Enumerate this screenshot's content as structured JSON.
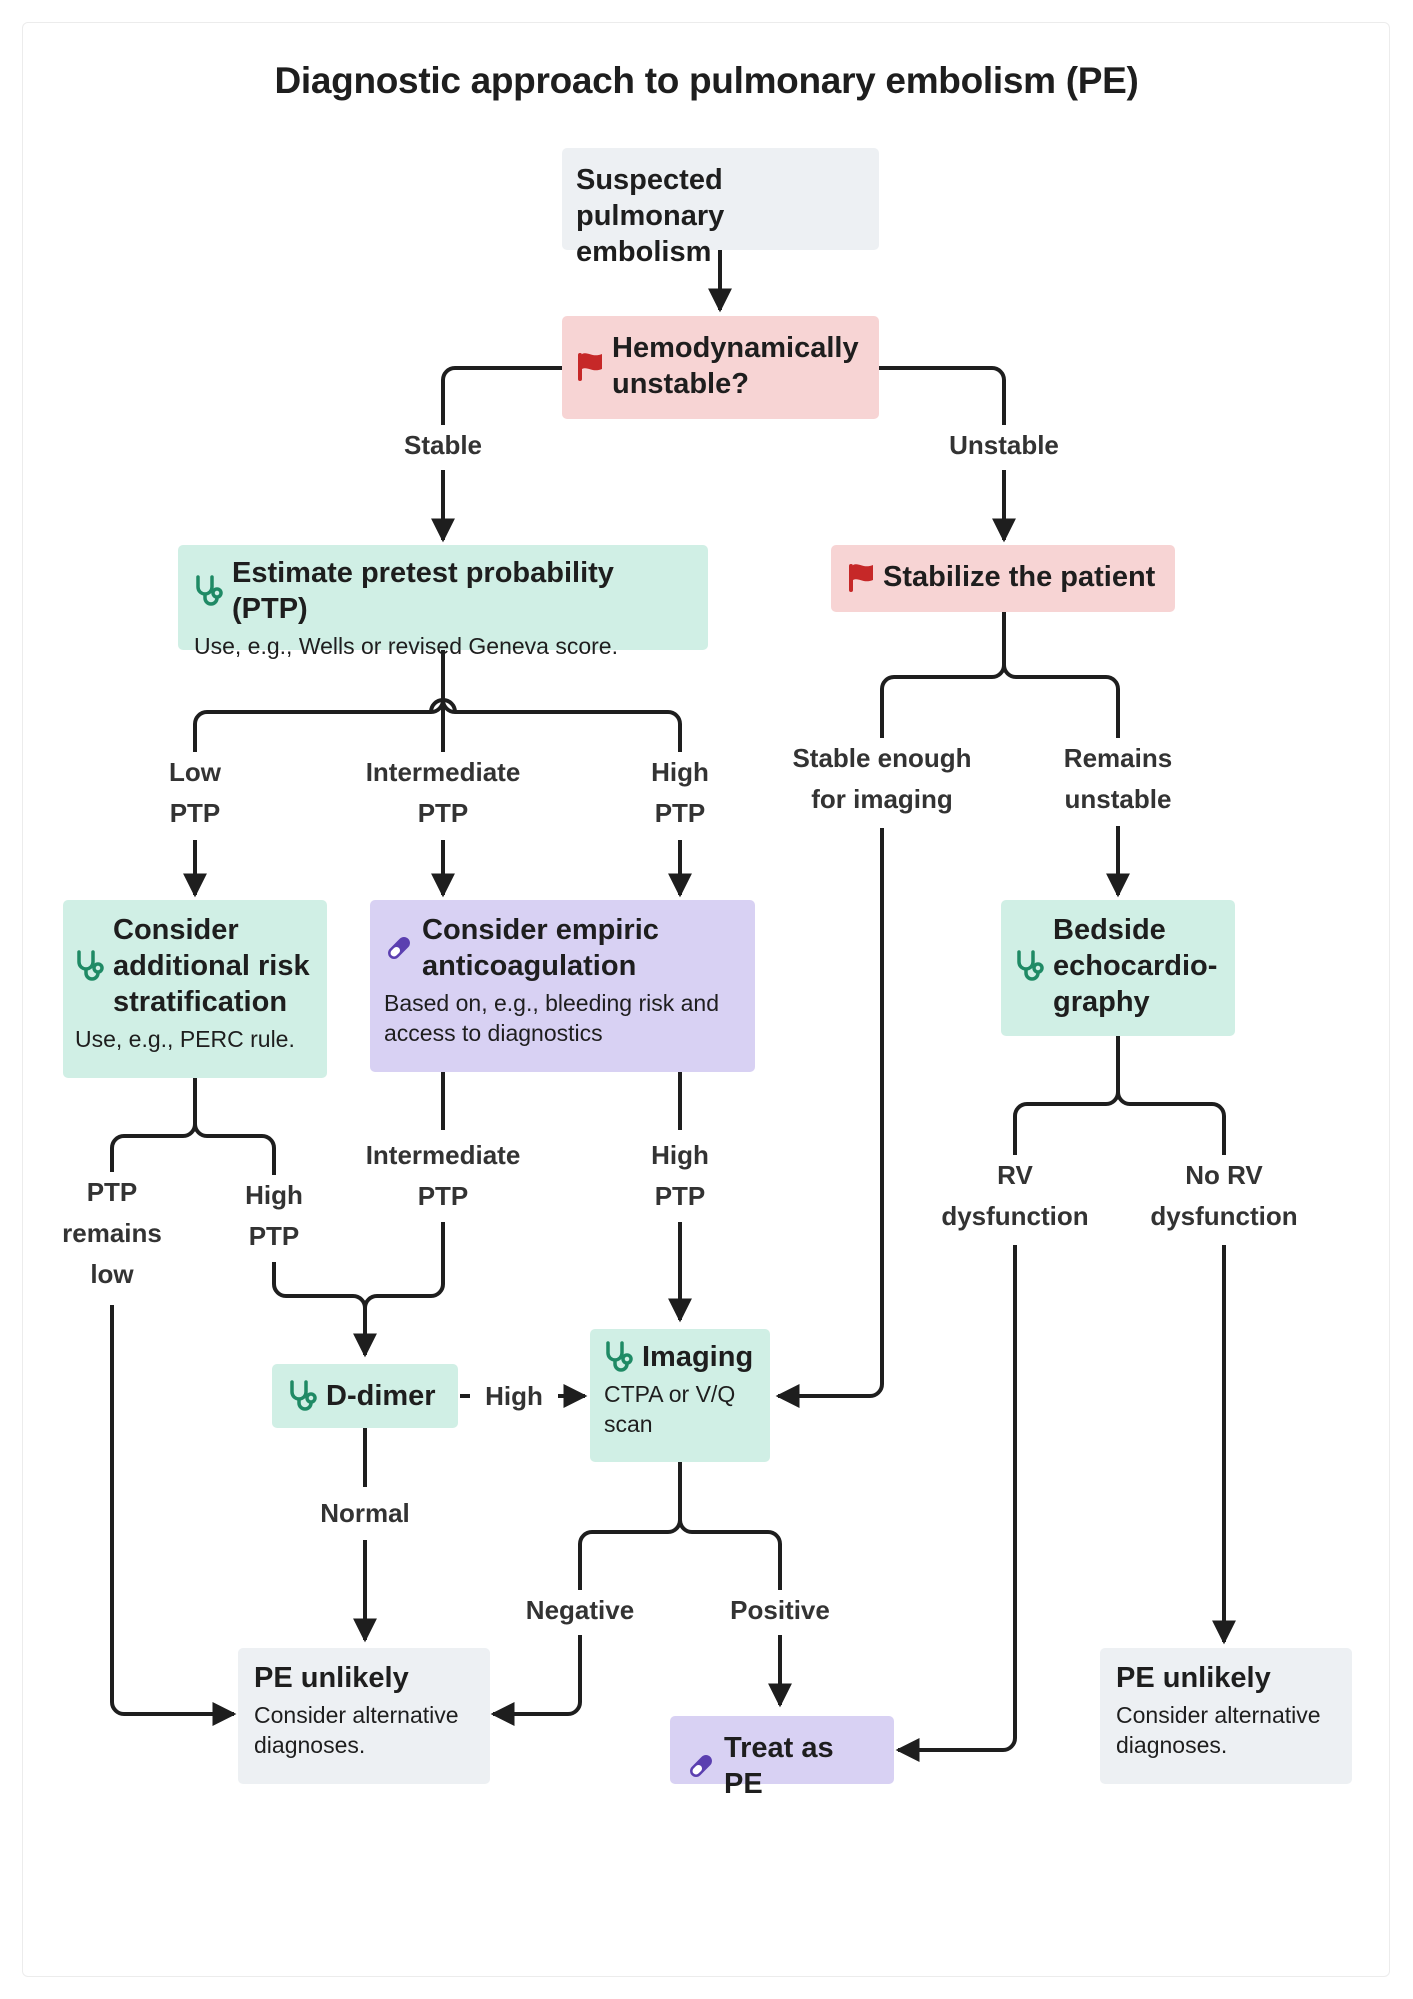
{
  "title": "Diagnostic approach to pulmonary embolism (PE)",
  "colors": {
    "neutral_box": "#edf0f3",
    "warning_box": "#f7d4d4",
    "diagnostic_box": "#d0efe5",
    "treatment_box": "#d8d1f3",
    "flag_icon": "#c62828",
    "stethoscope_icon": "#1f8a65",
    "pill_icon": "#5b3fb0",
    "connector": "#1e1e1e"
  },
  "icons": {
    "flag": "flag-icon",
    "stethoscope": "stethoscope-icon",
    "pill": "pill-icon"
  },
  "nodes": {
    "suspected": {
      "heading": "Suspected pulmonary embolism"
    },
    "hemodynamic": {
      "heading": "Hemodynamically unstable?",
      "icon": "flag"
    },
    "ptp": {
      "heading": "Estimate pretest probability (PTP)",
      "text": "Use, e.g., Wells or revised Geneva score.",
      "icon": "stethoscope"
    },
    "stabilize": {
      "heading": "Stabilize the patient",
      "icon": "flag"
    },
    "risk": {
      "heading": "Consider additional risk stratification",
      "text": "Use, e.g., PERC rule.",
      "icon": "stethoscope"
    },
    "anticoag": {
      "heading": "Consider empiric anticoagulation",
      "text": "Based on, e.g., bleeding risk and access to diagnostics",
      "icon": "pill"
    },
    "echo": {
      "heading": "Bedside echocardio-graphy",
      "icon": "stethoscope"
    },
    "ddimer": {
      "heading": "D-dimer",
      "icon": "stethoscope"
    },
    "imaging": {
      "heading": "Imaging",
      "text": "CTPA or V/Q scan",
      "icon": "stethoscope"
    },
    "unlikely_left": {
      "heading": "PE unlikely",
      "text": "Consider alternative diagnoses."
    },
    "treat": {
      "heading": "Treat as PE",
      "icon": "pill"
    },
    "unlikely_right": {
      "heading": "PE unlikely",
      "text": "Consider alternative diagnoses."
    }
  },
  "edge_labels": {
    "stable": "Stable",
    "unstable": "Unstable",
    "low_ptp": "Low\nPTP",
    "intermediate_ptp": "Intermediate\nPTP",
    "high_ptp": "High\nPTP",
    "stable_imaging": "Stable enough\nfor imaging",
    "remains_unstable": "Remains\nunstable",
    "ptp_remains_low": "PTP\nremains\nlow",
    "risk_high_ptp": "High\nPTP",
    "anticoag_intermediate_ptp": "Intermediate\nPTP",
    "anticoag_high_ptp": "High\nPTP",
    "rv_dysfunction": "RV\ndysfunction",
    "no_rv_dysfunction": "No RV\ndysfunction",
    "ddimer_high": "High",
    "ddimer_normal": "Normal",
    "imaging_negative": "Negative",
    "imaging_positive": "Positive"
  }
}
